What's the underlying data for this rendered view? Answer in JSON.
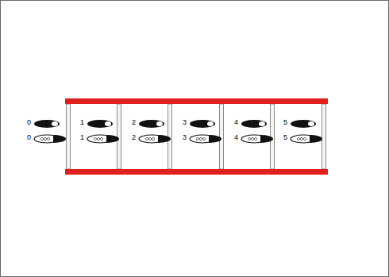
{
  "diagram": {
    "labels": [
      "0",
      "0",
      "1",
      "1",
      "2",
      "2",
      "3",
      "3",
      "4",
      "4",
      "5",
      "5"
    ]
  }
}
